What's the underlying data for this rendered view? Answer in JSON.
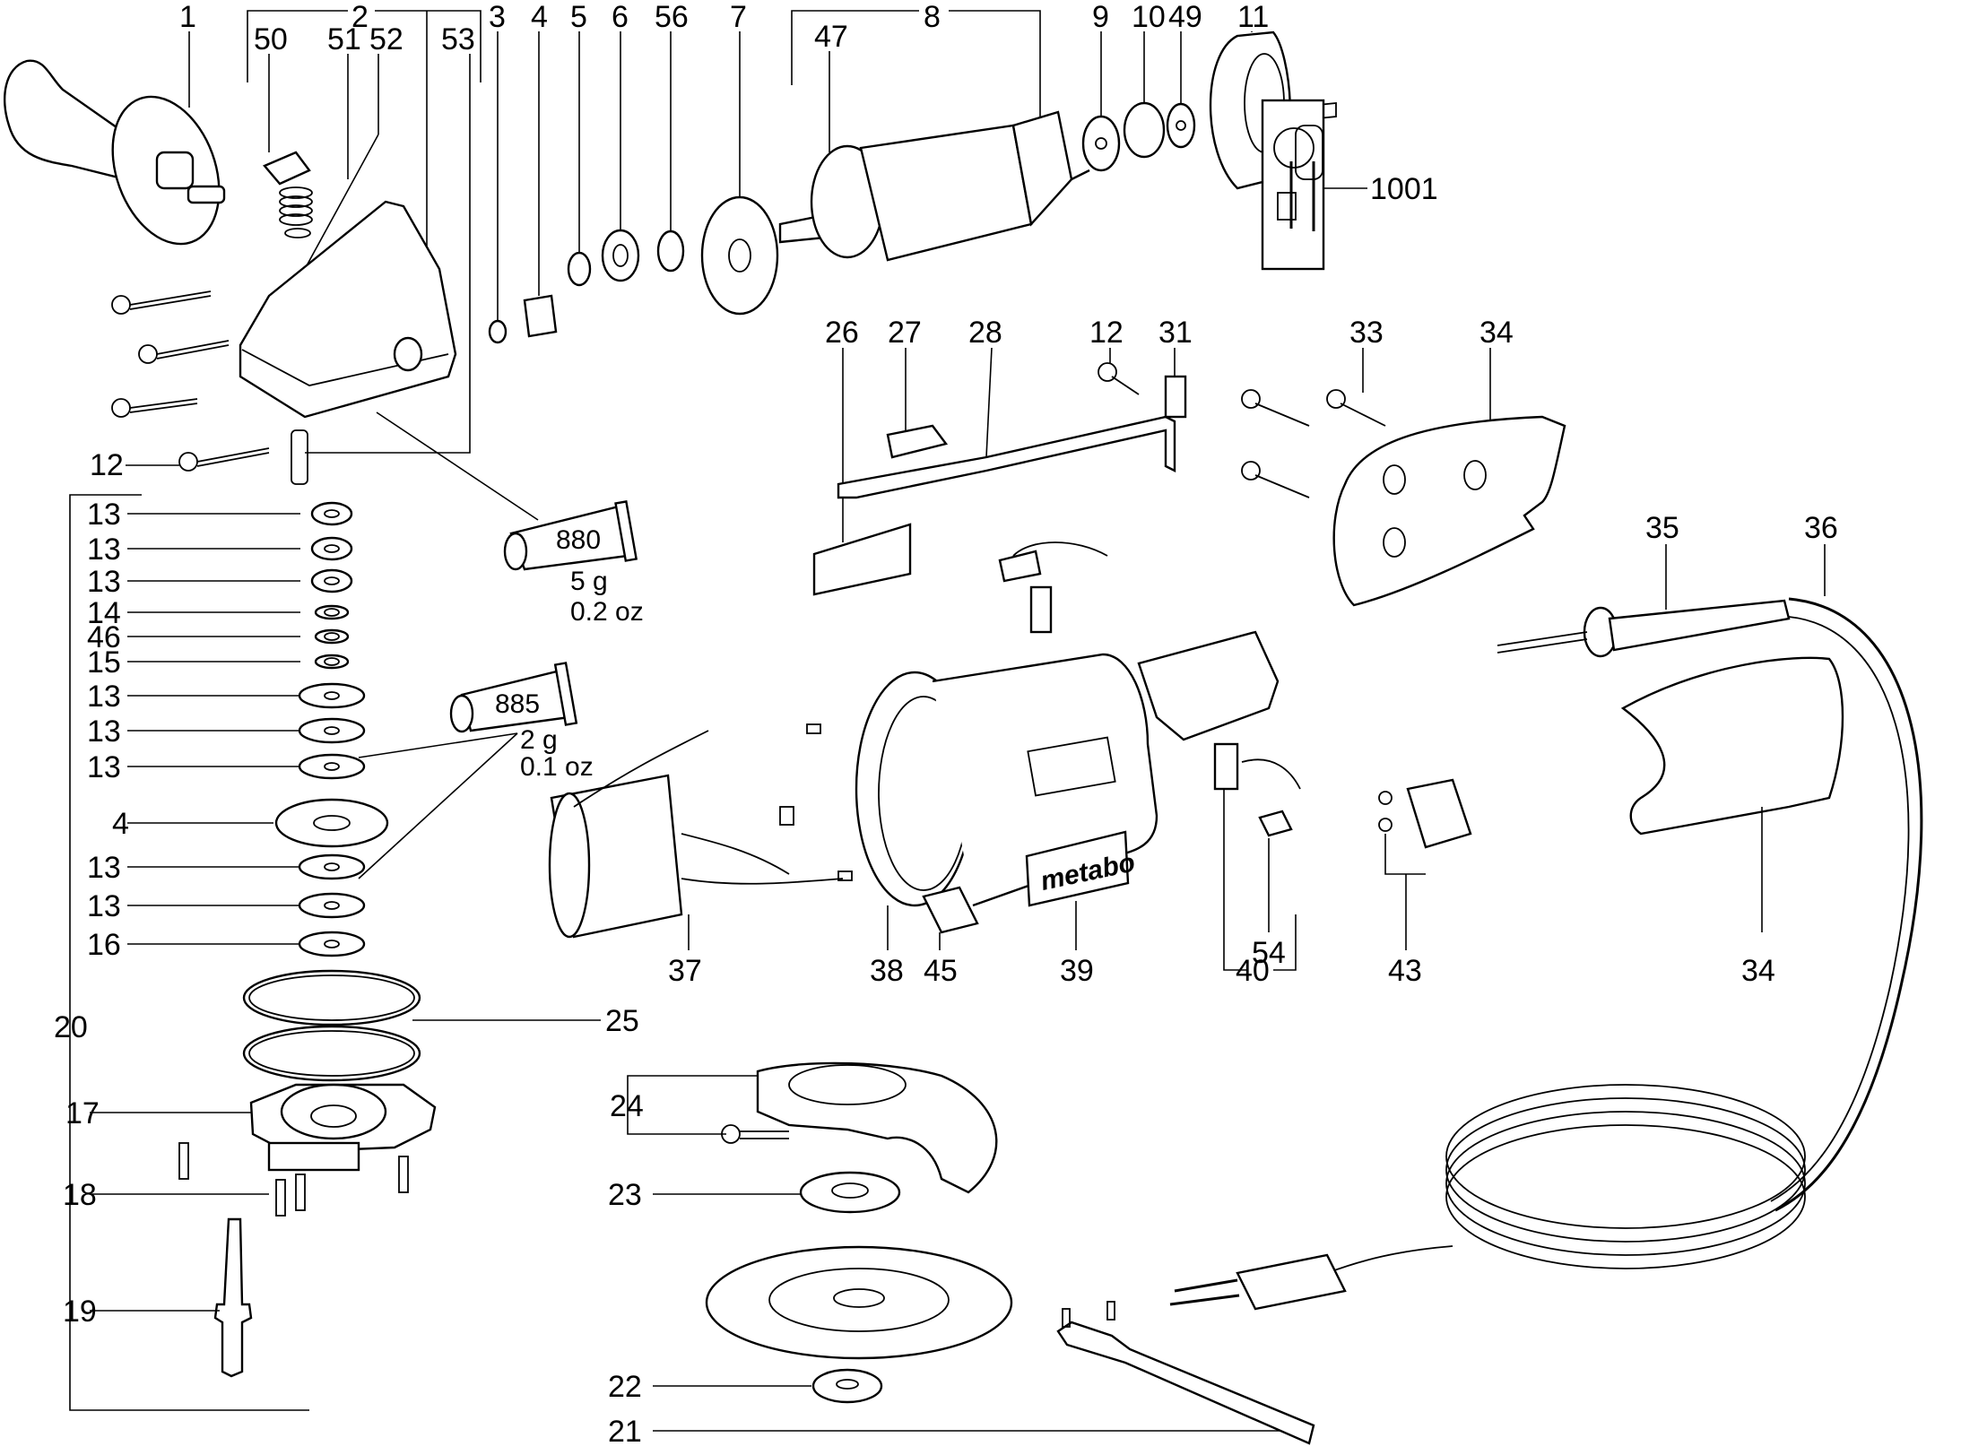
{
  "diagram": {
    "type": "exploded-parts-diagram",
    "brand_logo": "metabo",
    "grease_tubes": [
      {
        "code": "880",
        "weight": "5 g",
        "imperial": "0.2 oz"
      },
      {
        "code": "885",
        "weight": "2 g",
        "imperial": "0.1 oz"
      }
    ],
    "labels": {
      "l1": "1",
      "l2": "2",
      "l50": "50",
      "l51": "51",
      "l52": "52",
      "l53": "53",
      "l3": "3",
      "l4top": "4",
      "l5": "5",
      "l6": "6",
      "l56": "56",
      "l7": "7",
      "l8": "8",
      "l47": "47",
      "l9": "9",
      "l10": "10",
      "l49": "49",
      "l11": "11",
      "l1001": "1001",
      "l12a": "12",
      "l12b": "12",
      "l26": "26",
      "l27": "27",
      "l28": "28",
      "l31": "31",
      "l33": "33",
      "l34a": "34",
      "l35": "35",
      "l36": "36",
      "stack": [
        "13",
        "13",
        "13",
        "14",
        "46",
        "15",
        "13",
        "13",
        "13",
        "4",
        "13",
        "13",
        "16"
      ],
      "l20": "20",
      "l25": "25",
      "l17": "17",
      "l18": "18",
      "l19": "19",
      "l24": "24",
      "l23": "23",
      "l22": "22",
      "l21": "21",
      "l37": "37",
      "l38": "38",
      "l45": "45",
      "l39": "39",
      "l40": "40",
      "l54": "54",
      "l43": "43",
      "l34b": "34"
    }
  }
}
